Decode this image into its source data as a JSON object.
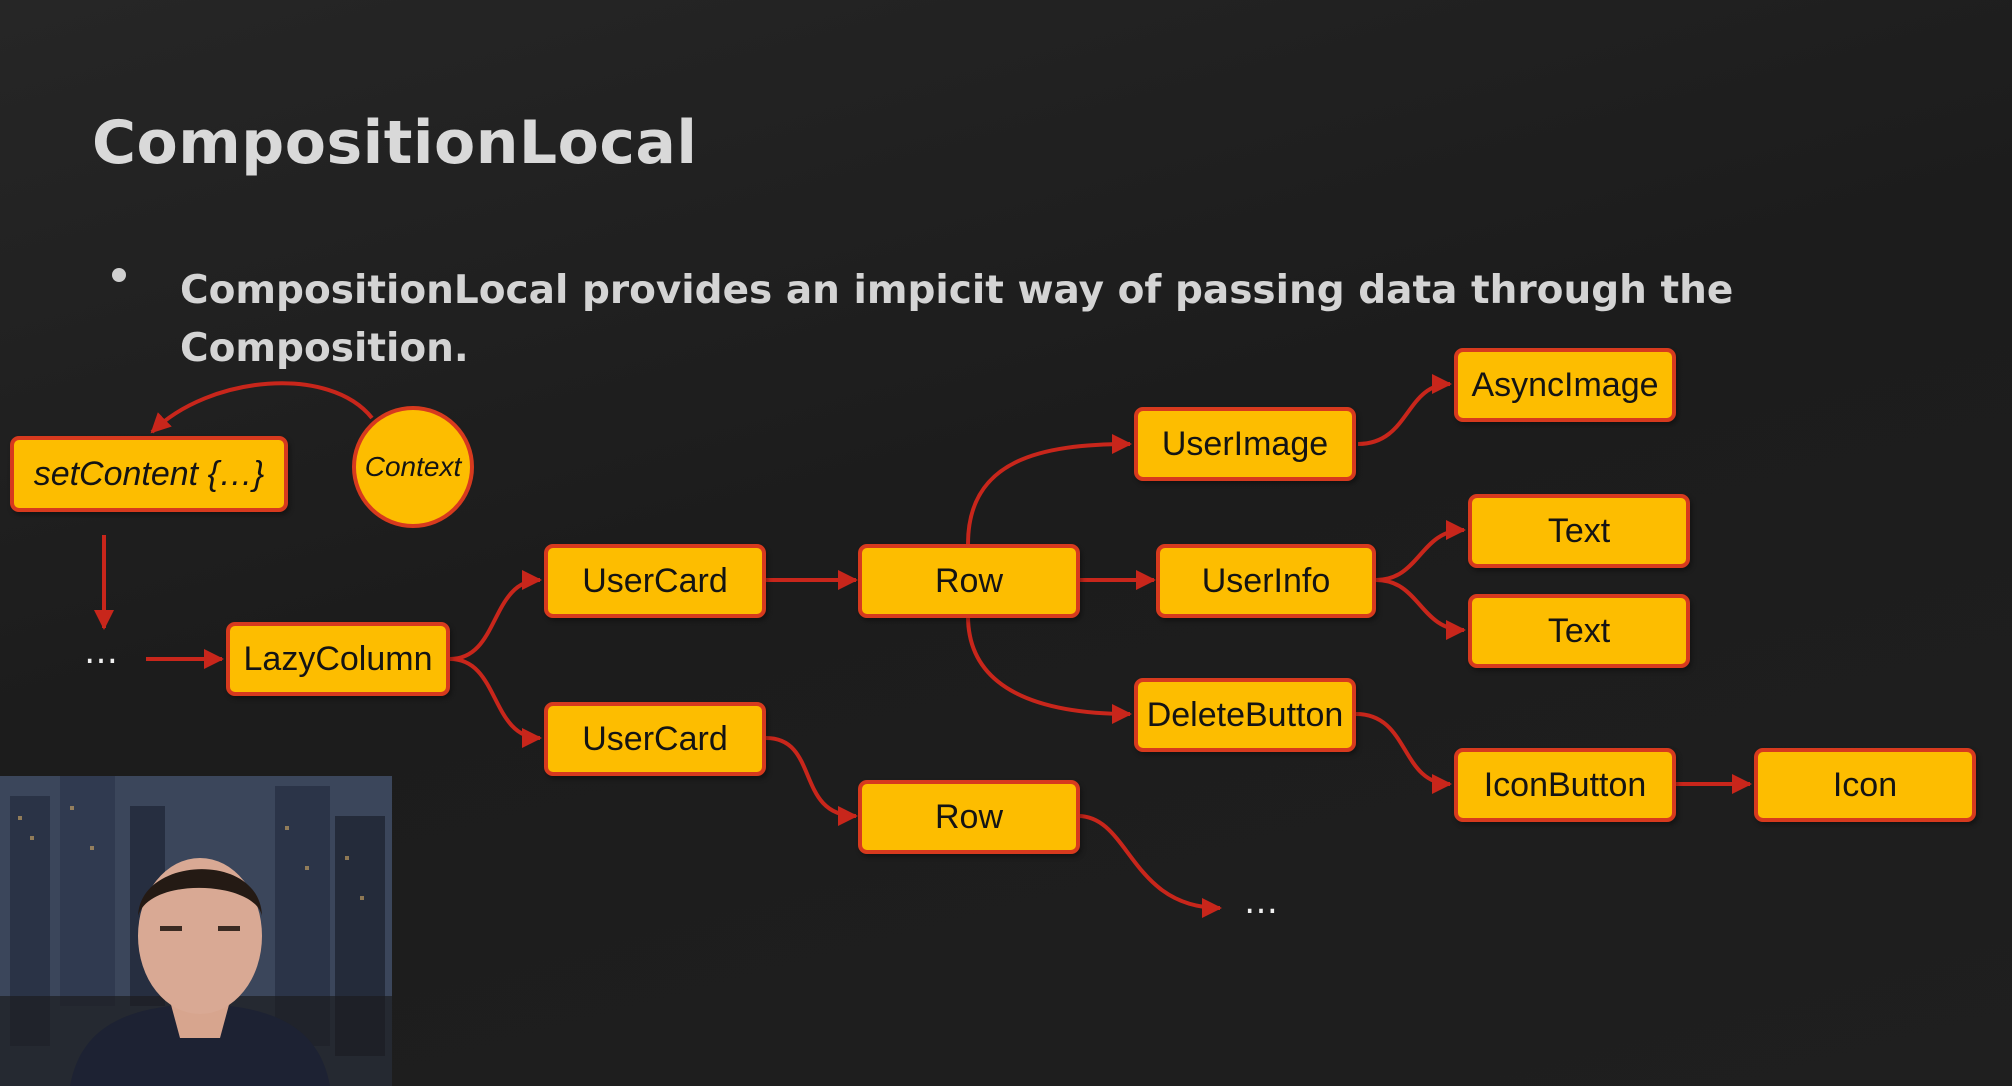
{
  "slide": {
    "title": "CompositionLocal",
    "bullet": "CompositionLocal provides an impicit way of passing data through the Composition."
  },
  "diagram": {
    "nodes": {
      "set_content": "setContent {…}",
      "context": "Context",
      "ellipsis_left": "…",
      "lazy_column": "LazyColumn",
      "user_card_1": "UserCard",
      "user_card_2": "UserCard",
      "row_1": "Row",
      "row_2": "Row",
      "user_image": "UserImage",
      "async_image": "AsyncImage",
      "user_info": "UserInfo",
      "text_1": "Text",
      "text_2": "Text",
      "delete_button": "DeleteButton",
      "icon_button": "IconButton",
      "icon": "Icon",
      "ellipsis_right": "…"
    },
    "colors": {
      "node_fill": "#fdbd00",
      "node_border": "#d73a1e",
      "edge": "#c8261b",
      "background": "#1e1e1e"
    }
  },
  "webcam": {
    "icon": "presenter-video-feed"
  }
}
